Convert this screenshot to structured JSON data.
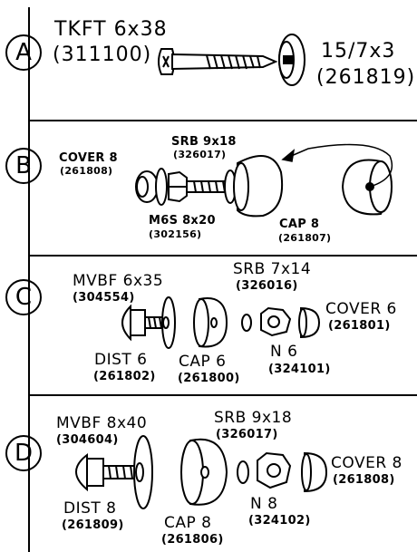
{
  "sections": {
    "A": {
      "letter": "A",
      "screw_name": "TKFT 6x38",
      "screw_code": "(311100)",
      "washer_name": "15/7x3",
      "washer_code": "(261819)"
    },
    "B": {
      "letter": "B",
      "cover_name": "COVER 8",
      "cover_code": "(261808)",
      "srb_name": "SRB 9x18",
      "srb_code": "(326017)",
      "m6s_name": "M6S 8x20",
      "m6s_code": "(302156)",
      "cap_name": "CAP 8",
      "cap_code": "(261807)"
    },
    "C": {
      "letter": "C",
      "mvbf_name": "MVBF 6x35",
      "mvbf_code": "(304554)",
      "srb_name": "SRB 7x14",
      "srb_code": "(326016)",
      "cover_name": "COVER 6",
      "cover_code": "(261801)",
      "dist_name": "DIST 6",
      "dist_code": "(261802)",
      "cap_name": "CAP 6",
      "cap_code": "(261800)",
      "nut_name": "N 6",
      "nut_code": "(324101)"
    },
    "D": {
      "letter": "D",
      "mvbf_name": "MVBF 8x40",
      "mvbf_code": "(304604)",
      "srb_name": "SRB 9x18",
      "srb_code": "(326017)",
      "cover_name": "COVER 8",
      "cover_code": "(261808)",
      "dist_name": "DIST 8",
      "dist_code": "(261809)",
      "cap_name": "CAP 8",
      "cap_code": "(261806)",
      "nut_name": "N 8",
      "nut_code": "(324102)"
    }
  }
}
